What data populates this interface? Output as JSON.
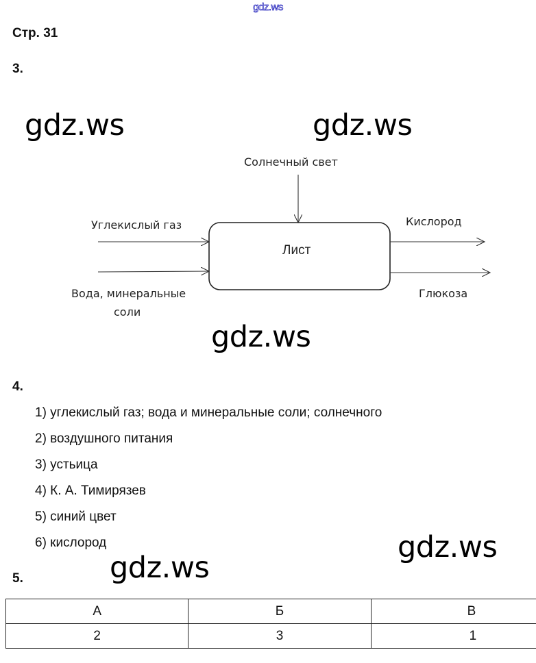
{
  "watermark_top": "gdz.ws",
  "watermark": "gdz.ws",
  "page_label": "Стр. 31",
  "q3": {
    "number": "3.",
    "diagram": {
      "center": "Лист",
      "top_input": "Солнечный свет",
      "left_input_1": "Углекислый газ",
      "left_input_2_line1": "Вода, минеральные",
      "left_input_2_line2": "соли",
      "right_output_1": "Кислород",
      "right_output_2": "Глюкоза"
    }
  },
  "q4": {
    "number": "4.",
    "answers": [
      "1) углекислый газ; вода и минеральные соли; солнечного",
      "2) воздушного питания",
      "3) устьица",
      "4) К. А. Тимирязев",
      "5) синий цвет",
      "6) кислород"
    ]
  },
  "q5": {
    "number": "5.",
    "headers": [
      "А",
      "Б",
      "В"
    ],
    "values": [
      "2",
      "3",
      "1"
    ]
  }
}
